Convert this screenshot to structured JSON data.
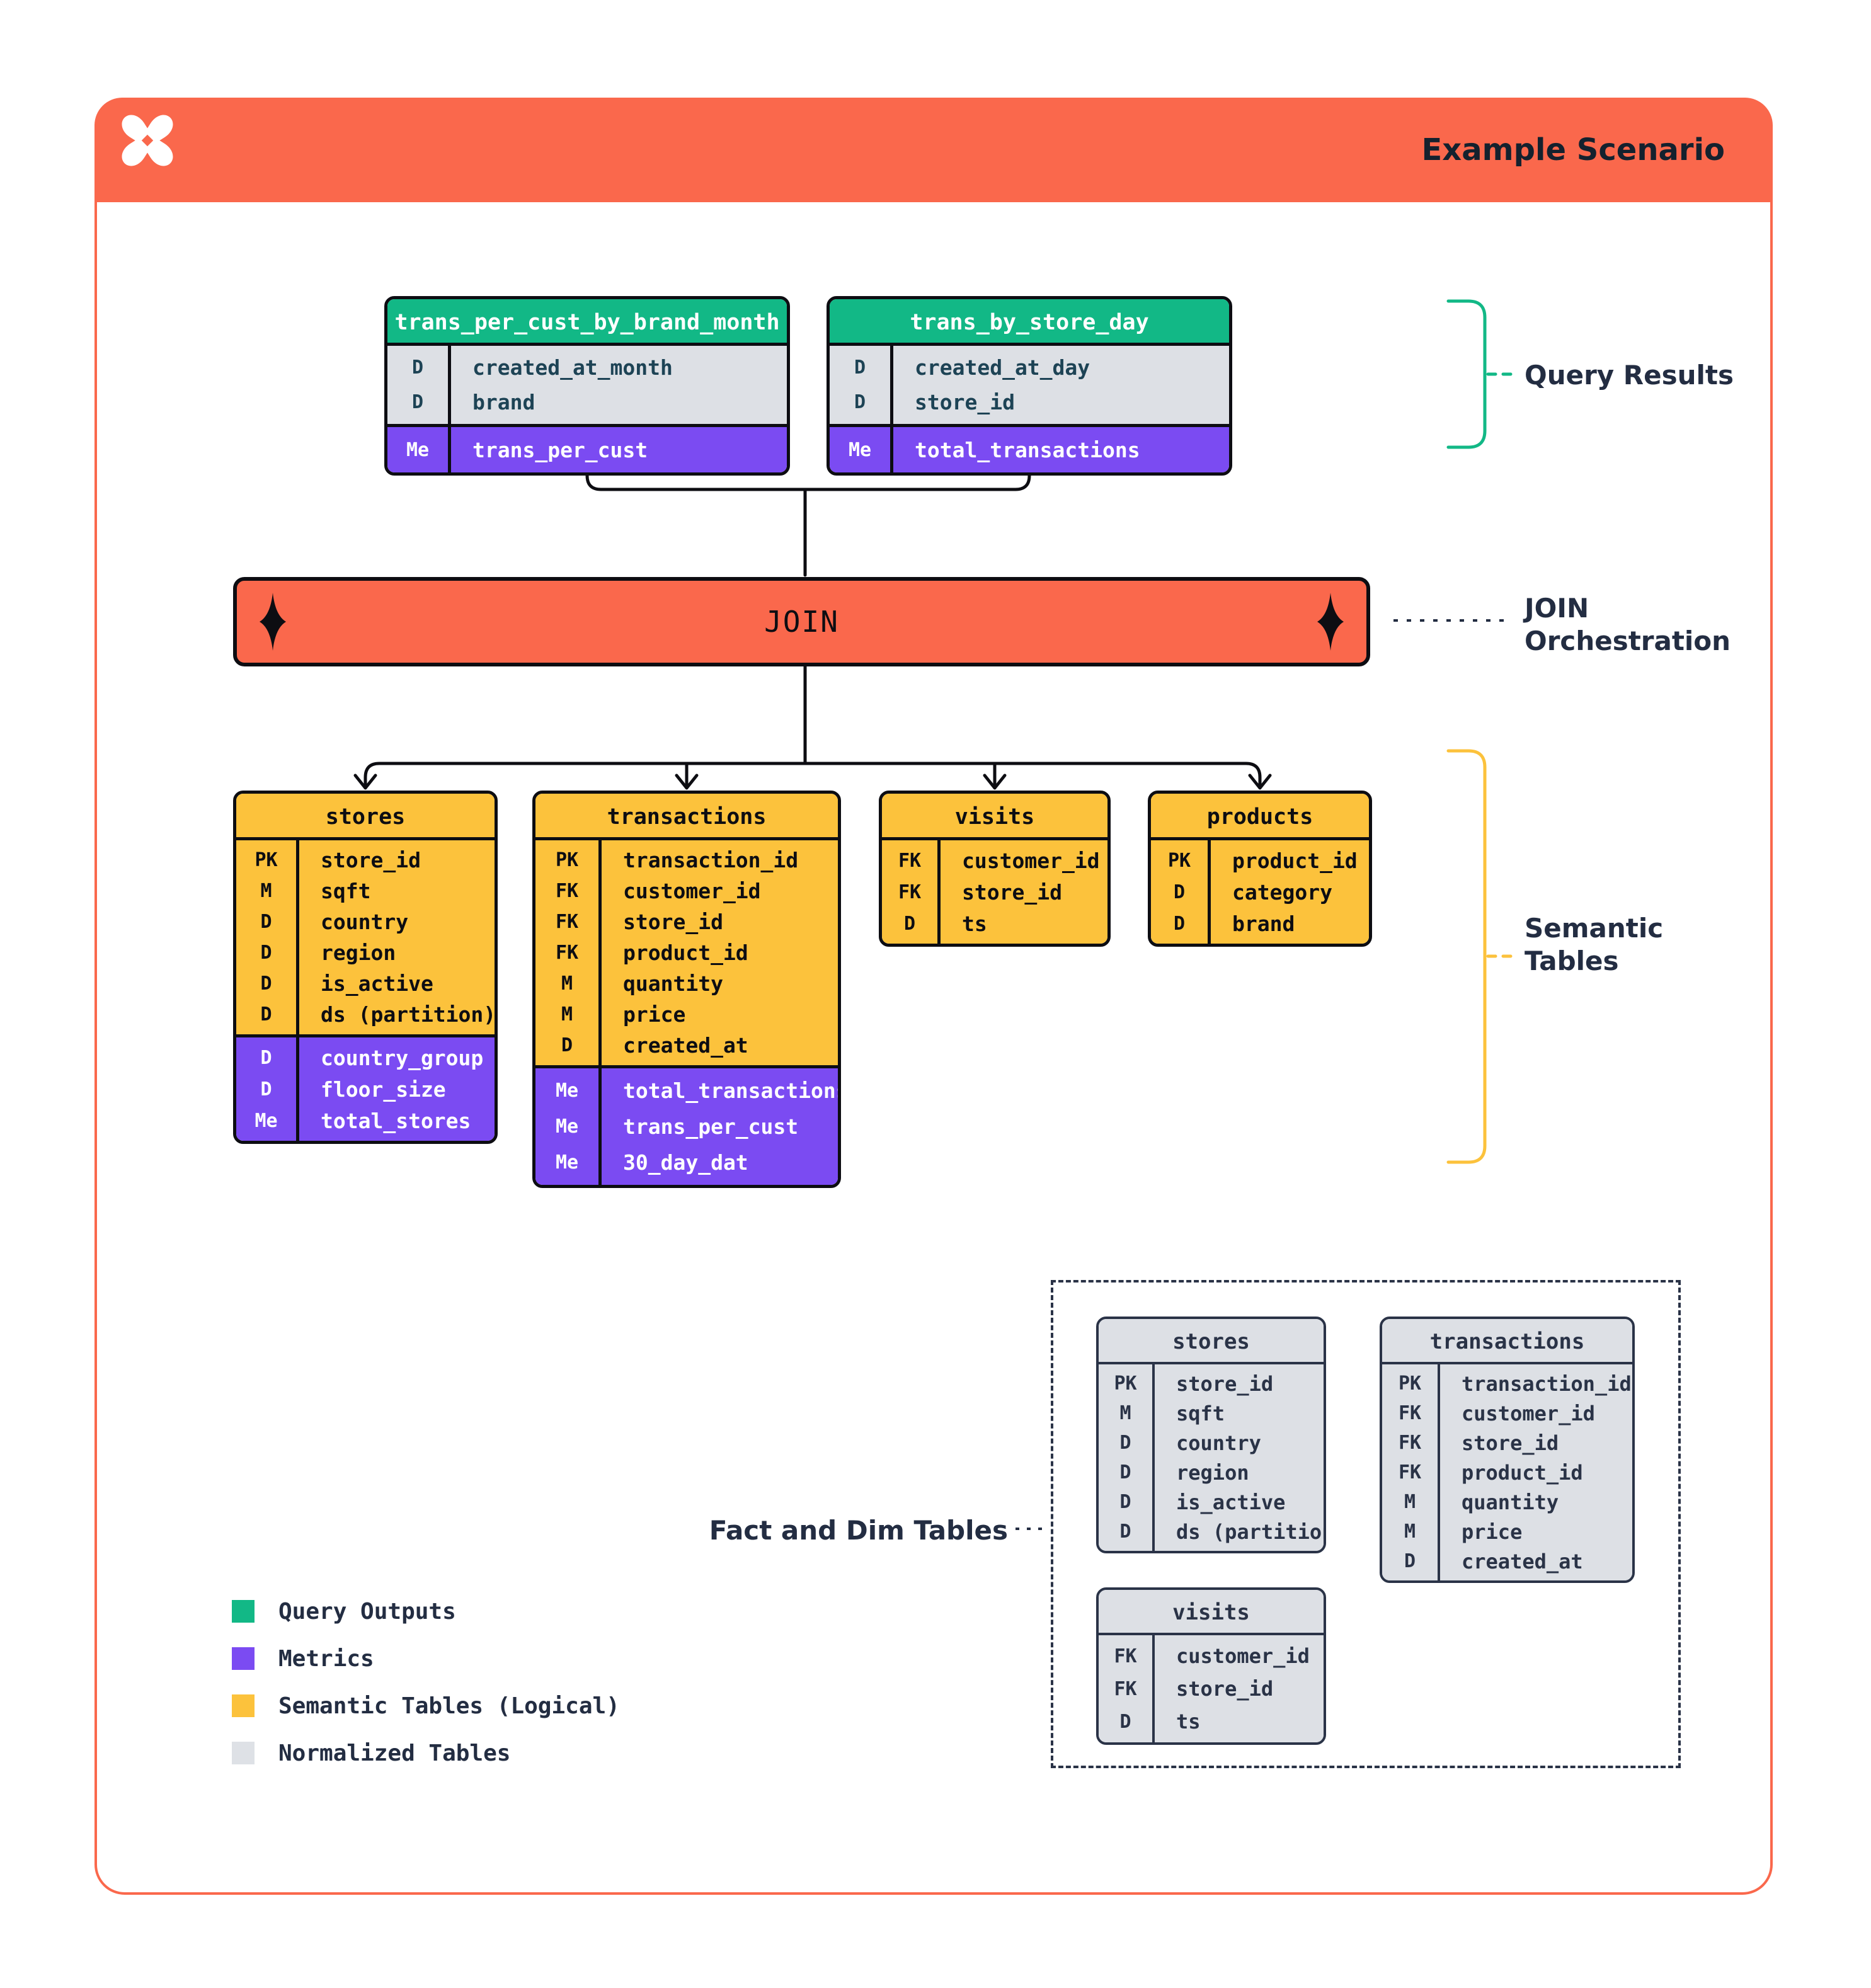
{
  "header": {
    "title": "Example Scenario",
    "logo_icon": "x-star-logo"
  },
  "join": {
    "label": "JOIN"
  },
  "side_labels": {
    "query_results": "Query Results",
    "join_orchestration_line1": "JOIN",
    "join_orchestration_line2": "Orchestration",
    "semantic_line1": "Semantic",
    "semantic_line2": "Tables",
    "fact_dim": "Fact and Dim Tables"
  },
  "query_tables": [
    {
      "name": "trans_per_cust_by_brand_month",
      "sections": [
        {
          "kind": "dimensions",
          "rows": [
            [
              "D",
              "created_at_month"
            ],
            [
              "D",
              "brand"
            ]
          ]
        },
        {
          "kind": "metrics",
          "rows": [
            [
              "Me",
              "trans_per_cust"
            ]
          ]
        }
      ]
    },
    {
      "name": "trans_by_store_day",
      "sections": [
        {
          "kind": "dimensions",
          "rows": [
            [
              "D",
              "created_at_day"
            ],
            [
              "D",
              "store_id"
            ]
          ]
        },
        {
          "kind": "metrics",
          "rows": [
            [
              "Me",
              "total_transactions"
            ]
          ]
        }
      ]
    }
  ],
  "semantic_tables": [
    {
      "name": "stores",
      "sections": [
        {
          "kind": "attributes",
          "rows": [
            [
              "PK",
              "store_id"
            ],
            [
              "M",
              "sqft"
            ],
            [
              "D",
              "country"
            ],
            [
              "D",
              "region"
            ],
            [
              "D",
              "is_active"
            ],
            [
              "D",
              "ds (partition)"
            ]
          ]
        },
        {
          "kind": "metrics",
          "rows": [
            [
              "D",
              "country_group"
            ],
            [
              "D",
              "floor_size"
            ],
            [
              "Me",
              "total_stores"
            ]
          ]
        }
      ]
    },
    {
      "name": "transactions",
      "sections": [
        {
          "kind": "attributes",
          "rows": [
            [
              "PK",
              "transaction_id"
            ],
            [
              "FK",
              "customer_id"
            ],
            [
              "FK",
              "store_id"
            ],
            [
              "FK",
              "product_id"
            ],
            [
              "M",
              "quantity"
            ],
            [
              "M",
              "price"
            ],
            [
              "D",
              "created_at"
            ]
          ]
        },
        {
          "kind": "metrics",
          "rows": [
            [
              "Me",
              "total_transactions"
            ],
            [
              "Me",
              "trans_per_cust"
            ],
            [
              "Me",
              "30_day_dat"
            ]
          ]
        }
      ]
    },
    {
      "name": "visits",
      "sections": [
        {
          "kind": "attributes",
          "rows": [
            [
              "FK",
              "customer_id"
            ],
            [
              "FK",
              "store_id"
            ],
            [
              "D",
              "ts"
            ]
          ]
        }
      ]
    },
    {
      "name": "products",
      "sections": [
        {
          "kind": "attributes",
          "rows": [
            [
              "PK",
              "product_id"
            ],
            [
              "D",
              "category"
            ],
            [
              "D",
              "brand"
            ]
          ]
        }
      ]
    }
  ],
  "normalized_tables": [
    {
      "name": "stores",
      "sections": [
        {
          "kind": "attributes",
          "rows": [
            [
              "PK",
              "store_id"
            ],
            [
              "M",
              "sqft"
            ],
            [
              "D",
              "country"
            ],
            [
              "D",
              "region"
            ],
            [
              "D",
              "is_active"
            ],
            [
              "D",
              "ds (partition)"
            ]
          ]
        }
      ]
    },
    {
      "name": "transactions",
      "sections": [
        {
          "kind": "attributes",
          "rows": [
            [
              "PK",
              "transaction_id"
            ],
            [
              "FK",
              "customer_id"
            ],
            [
              "FK",
              "store_id"
            ],
            [
              "FK",
              "product_id"
            ],
            [
              "M",
              "quantity"
            ],
            [
              "M",
              "price"
            ],
            [
              "D",
              "created_at"
            ]
          ]
        }
      ]
    },
    {
      "name": "visits",
      "sections": [
        {
          "kind": "attributes",
          "rows": [
            [
              "FK",
              "customer_id"
            ],
            [
              "FK",
              "store_id"
            ],
            [
              "D",
              "ts"
            ]
          ]
        }
      ]
    }
  ],
  "legend": {
    "items": [
      {
        "color": "#12B886",
        "label": "Query Outputs"
      },
      {
        "color": "#7B4BF2",
        "label": "Metrics"
      },
      {
        "color": "#FCC23C",
        "label": "Semantic Tables (Logical)"
      },
      {
        "color": "#DEE1E6",
        "label": "Normalized Tables"
      }
    ]
  },
  "colors": {
    "accent_orange": "#FA684C",
    "query_green": "#12B886",
    "metric_purple": "#7B4BF2",
    "semantic_yellow": "#FCC23C",
    "normalized_gray": "#DDE0E5",
    "ink_black": "#0D0D12",
    "navy": "#2A3347",
    "label_navy": "#232D42",
    "teal_text": "#1D4355"
  }
}
